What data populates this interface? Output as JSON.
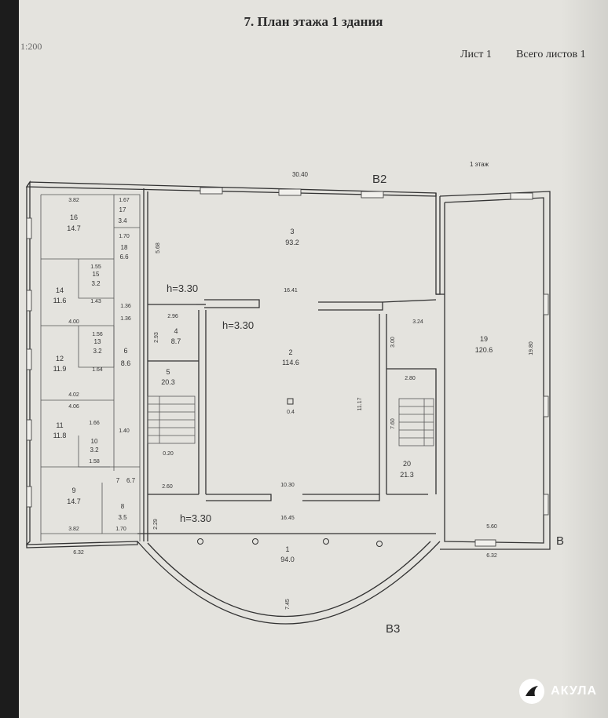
{
  "header": {
    "title": "7. План этажа 1 здания",
    "scale": "1:200",
    "sheet_no": "Лист 1",
    "sheet_total": "Всего листов 1"
  },
  "plan": {
    "floor_label": "1 этаж",
    "axes": [
      "В2",
      "В",
      "В3"
    ],
    "heights": [
      "h=3.30",
      "h=3.30",
      "h=3.30"
    ],
    "rooms": [
      {
        "no": "1",
        "area": "94.0"
      },
      {
        "no": "2",
        "area": "114.6"
      },
      {
        "no": "3",
        "area": "93.2"
      },
      {
        "no": "4",
        "area": "8.7"
      },
      {
        "no": "5",
        "area": "20.3"
      },
      {
        "no": "6",
        "area": "8.6"
      },
      {
        "no": "7",
        "area": "6.7"
      },
      {
        "no": "8",
        "area": "3.5"
      },
      {
        "no": "9",
        "area": "14.7"
      },
      {
        "no": "10",
        "area": "3.2"
      },
      {
        "no": "11",
        "area": "11.8"
      },
      {
        "no": "12",
        "area": "11.9"
      },
      {
        "no": "13",
        "area": "3.2"
      },
      {
        "no": "14",
        "area": "11.6"
      },
      {
        "no": "15",
        "area": "3.2"
      },
      {
        "no": "16",
        "area": "14.7"
      },
      {
        "no": "17",
        "area": "3.4"
      },
      {
        "no": "18",
        "area": "6.6"
      },
      {
        "no": "19",
        "area": "120.6"
      },
      {
        "no": "20",
        "area": "21.3"
      }
    ],
    "dimensions": [
      "30.40",
      "3.82",
      "1.67",
      "1.70",
      "5.68",
      "16.41",
      "1.55",
      "1.43",
      "1.36",
      "1.36",
      "4.00",
      "2.96",
      "2.93",
      "1.56",
      "1.64",
      "4.02",
      "4.06",
      "1.66",
      "1.40",
      "1.58",
      "6.32",
      "0.20",
      "2.60",
      "10.30",
      "16.45",
      "2.29",
      "3.82",
      "1.70",
      "7.45",
      "3.24",
      "3.00",
      "19.80",
      "2.80",
      "7.60",
      "11.17",
      "5.60",
      "6.32",
      "0.4"
    ]
  },
  "watermark": {
    "text": "АКУЛА"
  }
}
